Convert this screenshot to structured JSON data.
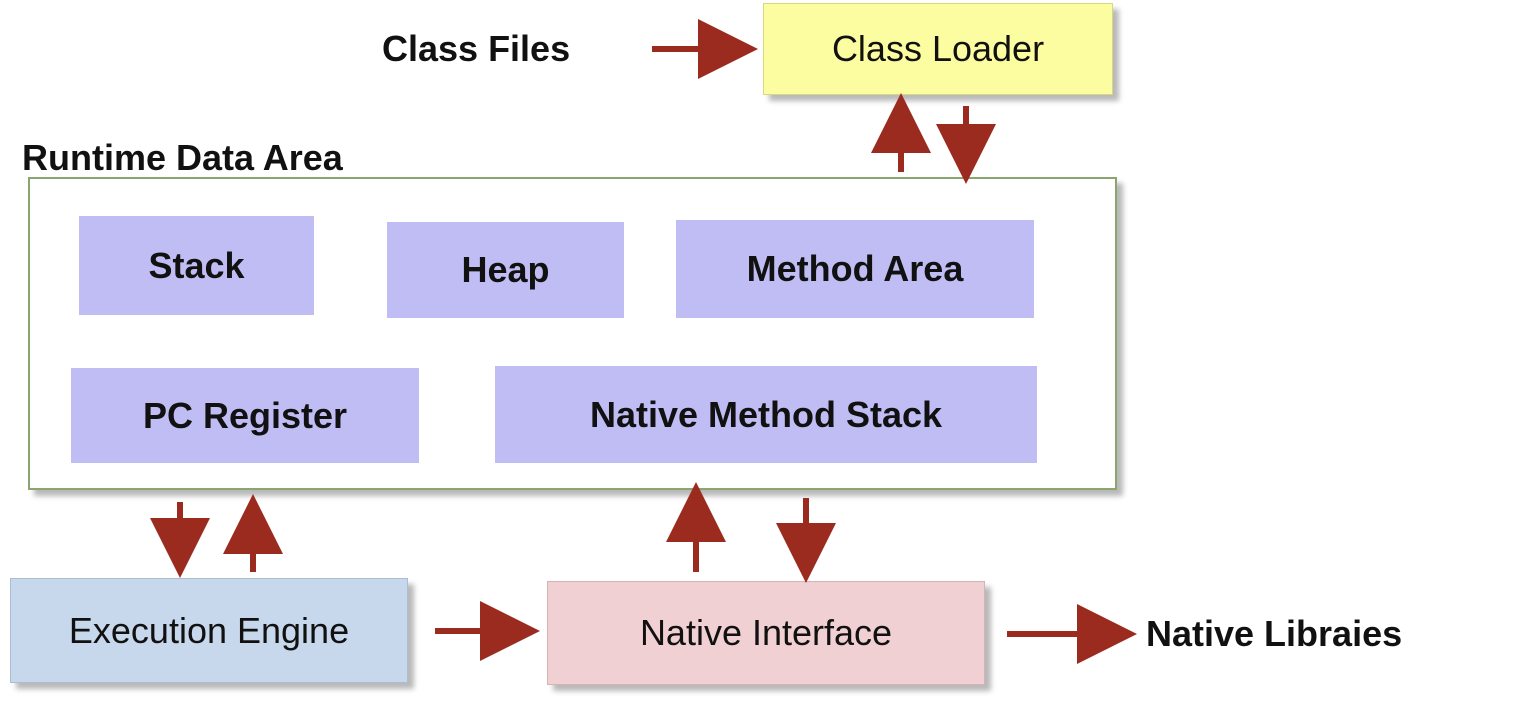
{
  "labels": {
    "class_files": "Class Files",
    "runtime_data_area": "Runtime Data Area",
    "native_libraries": "Native Libraies"
  },
  "boxes": {
    "class_loader": "Class Loader",
    "execution_engine": "Execution Engine",
    "native_interface": "Native Interface"
  },
  "runtime_areas": {
    "stack": "Stack",
    "heap": "Heap",
    "method_area": "Method Area",
    "pc_register": "PC Register",
    "native_method_stack": "Native Method Stack"
  },
  "colors": {
    "arrow": "#9b2a1f",
    "class_loader_fill": "#fcfca0",
    "runtime_item_fill": "#c0bdf4",
    "execution_engine_fill": "#c8d8ec",
    "native_interface_fill": "#f0d0d3",
    "runtime_border": "#8aa66e"
  }
}
